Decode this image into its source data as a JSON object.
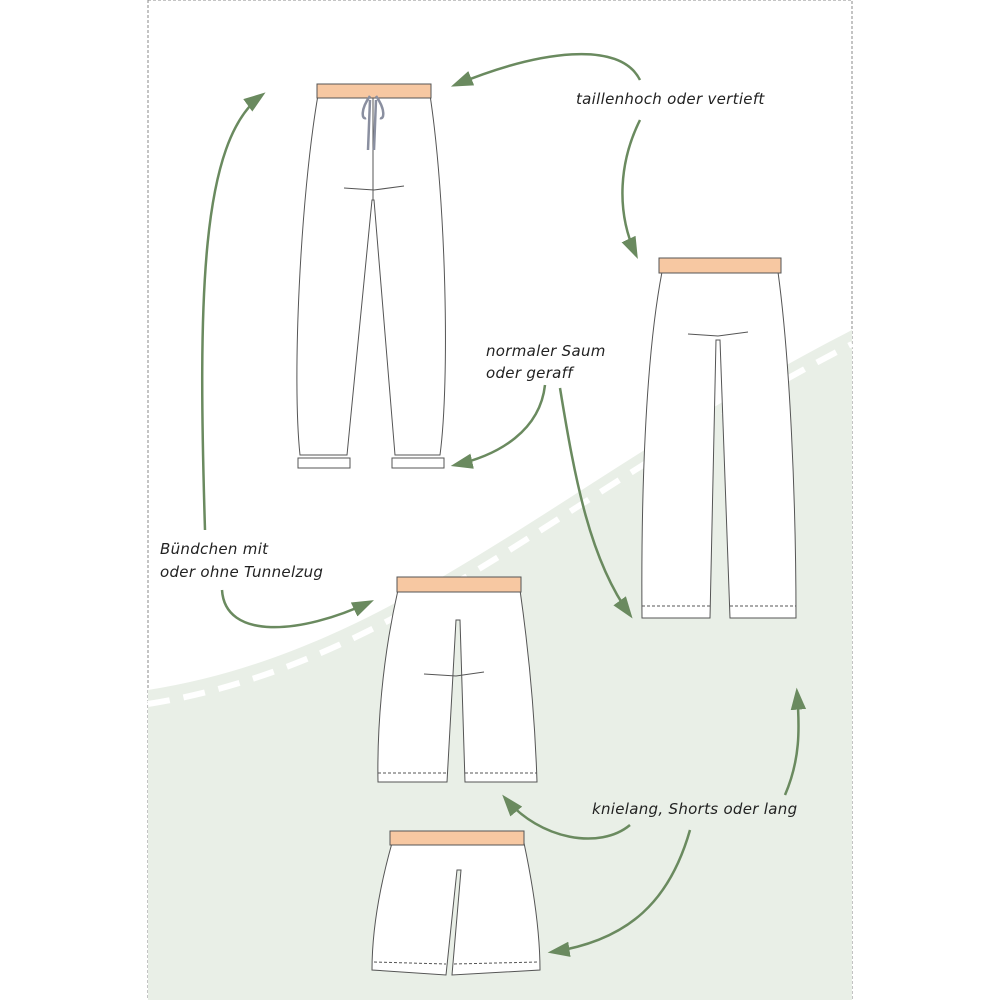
{
  "labels": {
    "waist": "taillenhoch oder vertieft",
    "hem_line1": "normaler Saum",
    "hem_line2": "oder geraff",
    "cuff_line1": "Bündchen mit",
    "cuff_line2": "oder ohne Tunnelzug",
    "length": "knielang, Shorts oder lang"
  },
  "colors": {
    "arrow": "#6a8a5f",
    "waistband": "#f7c8a2",
    "background_region": "#e9efe7",
    "drawstring": "#8a8fa0"
  }
}
